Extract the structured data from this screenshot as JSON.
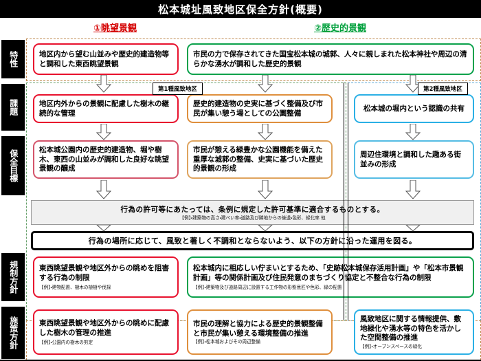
{
  "title": "松本城址風致地区保全方針(概要)",
  "column_headings": {
    "col1": "①眺望景観",
    "col2": "②歴史的景観"
  },
  "row_labels": {
    "tokusei": "特性",
    "kadai": "課題",
    "hozen_mokuhyo": "保全目標",
    "kisei_houshin": "規制方針",
    "shisaku_houshin": "施策方針"
  },
  "district_badges": {
    "first": "第1種風致地区",
    "second": "第2種風致地区"
  },
  "tokusei": {
    "box1": "地区内から望む山並みや歴史的建造物等と調和した東西眺望景観",
    "box2": "市民の力で保存されてきた国宝松本城の城郭、人々に親しまれた松本神社や周辺の清らかな湧水が調和した歴史的景観"
  },
  "kadai": {
    "box1": "地区内外からの景観に配慮した樹木の継続的な管理",
    "box2": "歴史的建造物の史実に基づく整備及び市民が集い憩う場としての公園整備",
    "box3": "松本城の堀内という認識の共有"
  },
  "hozen": {
    "box1": "松本城公園内の歴史的建造物、堀や樹木、東西の山並みが調和した良好な眺望景観の醸成",
    "box2": "市民が憩える緑豊かな公園機能を備えた重厚な城郭の整備、史実に基づいた歴史的景観の形成",
    "box3": "周辺住環境と調和した趣ある街並みの形成"
  },
  "grey_band": {
    "main": "行為の許可等にあたっては、条例に規定した許可基準に適合するものとする。",
    "note": "【例】・建築物の高さ・建ぺい率・道路及び隣地からの後退・色彩、緑化率 他"
  },
  "black_band": {
    "main": "行為の場所に応じて、風致と著しく不調和とならないよう、以下の方針に沿った運用を図る。"
  },
  "kisei": {
    "box1": {
      "main": "東西眺望景観や地区外からの眺めを阻害する行為の制限",
      "note": "【例】・建物配置、樹木の植樹や伐採"
    },
    "box2": {
      "main": "松本城内に相応しい佇まいとするため、「史跡松本城保存活用計画」や「松本市景観計画」等の関係計画及び住民発意のまちづくり協定と不整合な行為の制限",
      "note": "【例】・建築物及び道路周辺に設置する工作物の形態意匠や色彩、緑の配置"
    }
  },
  "shisaku": {
    "box1": {
      "main": "東西眺望景観や地区外からの眺めに配慮した樹木の管理の推進",
      "note": "【例】・公園内の樹木の剪定"
    },
    "box2": {
      "main": "市民の理解と協力による歴史的景観整備と市民が集い憩える環境整備の推進",
      "note": "【例】・松本城およびその周辺整備"
    },
    "box3": {
      "main": "風致地区に関する情報提供、敷地緑化や湧水等の特色を活かした空間整備の推進",
      "note": "【例】・オープンスペースの緑化"
    }
  },
  "colors": {
    "red": "#e8112d",
    "green": "#0aa14b",
    "orange": "#df8f3d",
    "blue": "#2bb0e5",
    "title_bg": "#000000",
    "heading1": "#d40000",
    "heading2": "#00a03c"
  }
}
